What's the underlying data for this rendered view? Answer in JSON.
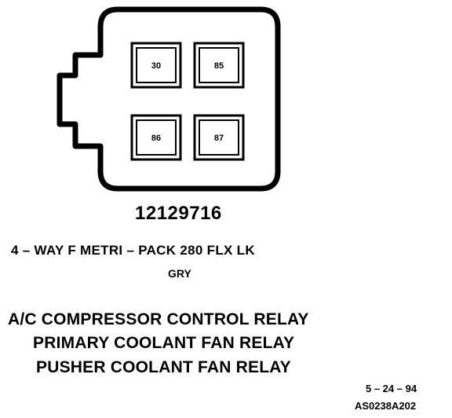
{
  "connector": {
    "pins": [
      {
        "label": "30"
      },
      {
        "label": "85"
      },
      {
        "label": "86"
      },
      {
        "label": "87"
      }
    ],
    "part_number": "12129716",
    "description": "4 – WAY F METRI – PACK 280 FLX LK",
    "color": "GRY"
  },
  "usage": [
    "A/C COMPRESSOR CONTROL RELAY",
    "PRIMARY COOLANT FAN RELAY",
    "PUSHER COOLANT FAN RELAY"
  ],
  "footer": {
    "date": "5 – 24 – 94",
    "code": "AS0238A202"
  }
}
